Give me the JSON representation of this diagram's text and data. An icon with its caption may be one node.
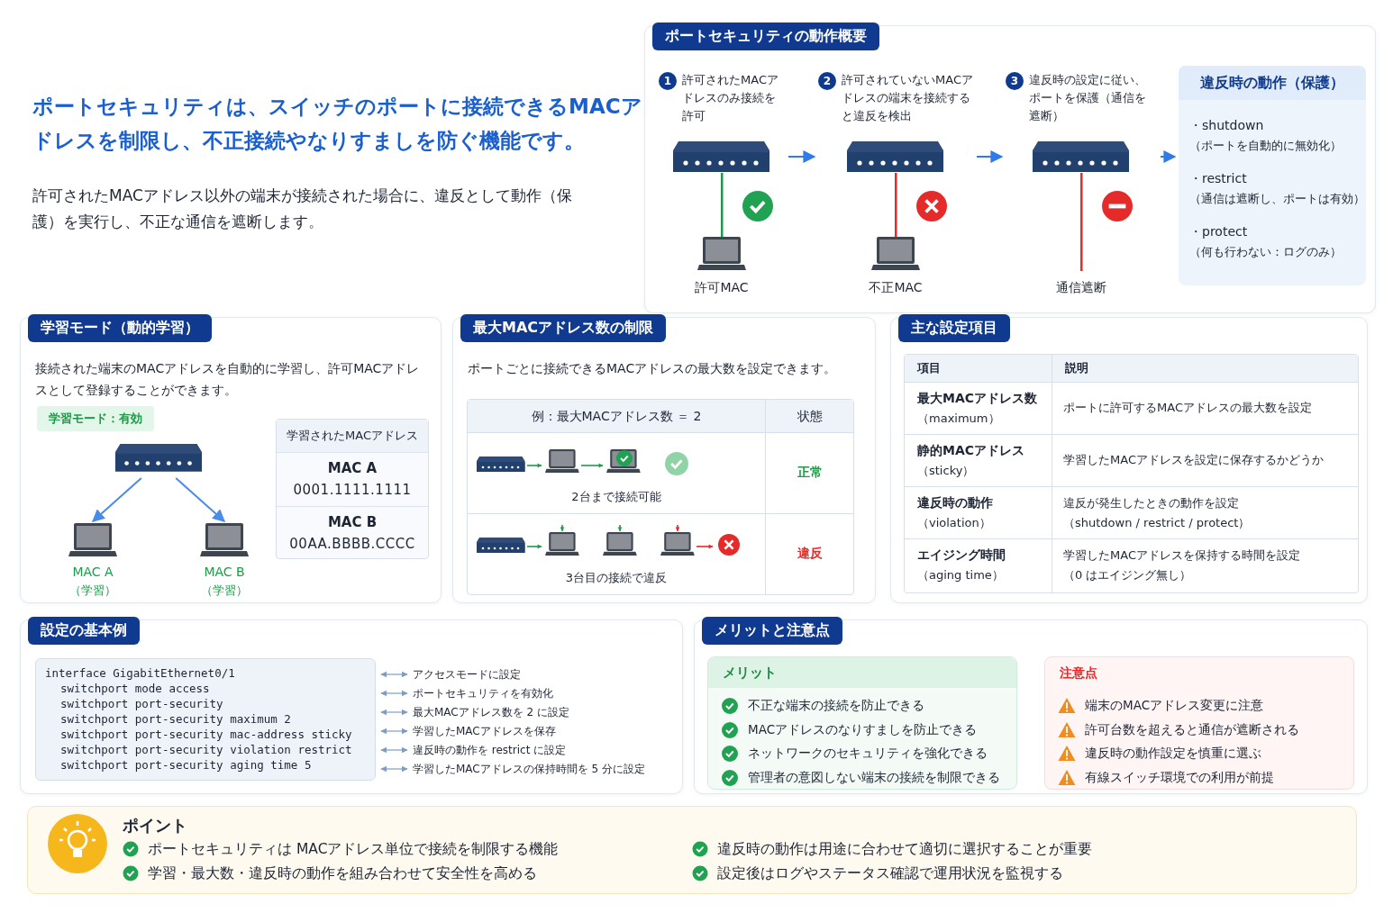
{
  "diagram": {
    "title": "ポートセキュリティは、スイッチのポートに接続できるMACアドレスを制限し、不正接続やなりすましを防ぐ機能です。",
    "nodes": [
      {
        "text": [
          "ポートセキュリティの動作概要"
        ]
      },
      {
        "text": [
          "1",
          "許可されたMACアドレスのみ接続を許可",
          "許可MAC"
        ],
        "in": 0
      },
      {
        "text": [
          "2",
          "許可されていないMACアドレスの端末を接続すると違反を検出",
          "不正MAC"
        ],
        "in": 0
      },
      {
        "text": [
          "3",
          "違反時の設定に従い、ポートを保護（通信を遮断）",
          "通信遮断"
        ],
        "in": 0
      },
      {
        "text": [
          "違反時の動作（保護）",
          "・shutdown",
          "（ポートを自動的に無効化）",
          "・restrict",
          "（通信は遮断し、ポートは有効）",
          "・protect",
          "（何も行わない：ログのみ）"
        ],
        "in": 0
      },
      {
        "text": [
          "学習モード（動的学習）",
          "接続された端末のMACアドレスを自動的に学習し、許可MACアドレスとして登録することができます。"
        ]
      },
      {
        "text": [
          "学習モード：有効"
        ],
        "in": 5
      },
      {
        "text": [],
        "shape": "picture",
        "in": 5
      },
      {
        "text": [
          "MAC A",
          "（学習）"
        ],
        "in": 5
      },
      {
        "text": [
          "MAC B",
          "（学習）"
        ],
        "in": 5
      },
      {
        "text": [
          "学習されたMACアドレス"
        ],
        "in": 5
      },
      {
        "text": [
          "MAC A",
          "0001.1111.1111"
        ],
        "in": 10
      },
      {
        "text": [
          "MAC B",
          "00AA.BBBB.CCCC"
        ],
        "in": 10
      },
      {
        "text": [
          "最大MACアドレス数の制限",
          "ポートごとに接続できるMACアドレスの最大数を設定できます。"
        ]
      },
      {
        "text": [
          "例：最大MACアドレス数 ＝ 2",
          "状態"
        ],
        "in": 13
      },
      {
        "text": [
          "2台まで接続可能",
          "正常"
        ],
        "in": 14
      },
      {
        "text": [
          "3台目の接続で違反",
          "違反"
        ],
        "in": 14
      },
      {
        "text": [
          "主な設定項目"
        ]
      },
      {
        "text": [
          "項目",
          "説明"
        ],
        "in": 17
      },
      {
        "text": [
          "最大MACアドレス数",
          "（maximum）",
          "ポートに許可するMACアドレスの最大数を設定"
        ],
        "in": 18
      },
      {
        "text": [
          "静的MACアドレス",
          "（sticky）",
          "学習したMACアドレスを設定に保存するかどうか"
        ],
        "in": 18
      },
      {
        "text": [
          "違反時の動作",
          "（violation）",
          "違反が発生したときの動作を設定",
          "（shutdown / restrict / protect）"
        ],
        "in": 18
      },
      {
        "text": [
          "エイジング時間",
          "（aging time）",
          "学習したMACアドレスを保持する時間を設定",
          "（0 はエイジング無し）"
        ],
        "in": 18
      },
      {
        "text": [
          "設定の基本例"
        ]
      },
      {
        "text": [
          "interface GigabitEthernet0/1",
          "switchport mode access",
          "switchport port-security",
          "switchport port-security maximum 2",
          "switchport port-security mac-address sticky",
          "switchport port-security violation restrict",
          "switchport port-security aging time 5"
        ],
        "in": 23
      },
      {
        "text": [
          "アクセスモードに設定"
        ],
        "in": 23
      },
      {
        "text": [
          "ポートセキュリティを有効化"
        ],
        "in": 23
      },
      {
        "text": [
          "最大MACアドレス数を 2 に設定"
        ],
        "in": 23
      },
      {
        "text": [
          "学習したMACアドレスを保存"
        ],
        "in": 23
      },
      {
        "text": [
          "違反時の動作を restrict に設定"
        ],
        "in": 23
      },
      {
        "text": [
          "学習したMACアドレスの保持時間を 5 分に設定"
        ],
        "in": 23
      },
      {
        "text": [
          "メリットと注意点"
        ]
      },
      {
        "text": [
          "メリット",
          "不正な端末の接続を防止できる",
          "MACアドレスのなりすましを防止できる",
          "ネットワークのセキュリティを強化できる",
          "管理者の意図しない端末の接続を制限できる"
        ],
        "in": 31
      },
      {
        "text": [
          "注意点",
          "端末のMACアドレス変更に注意",
          "許可台数を超えると通信が遮断される",
          "違反時の動作設定を慎重に選ぶ",
          "有線スイッチ環境での利用が前提"
        ],
        "in": 31
      },
      {
        "text": [
          "ポイント",
          "ポートセキュリティは MACアドレス単位で接続を制限する機能",
          "違反時の動作は用途に合わせて適切に選択することが重要",
          "学習・最大数・違反時の動作を組み合わせて安全性を高める",
          "設定後はログやステータス確認で運用状況を監視する"
        ]
      }
    ],
    "edges": [
      {
        "from": 1,
        "to": 2,
        "arrow": "to",
        "color": "#2f7be8"
      },
      {
        "from": 2,
        "to": 3,
        "arrow": "to",
        "color": "#2f7be8"
      },
      {
        "from": 3,
        "to": 4,
        "arrow": "to",
        "color": "#2f7be8"
      },
      {
        "from": 7,
        "to": 8,
        "arrow": "to",
        "color": "#4a8ae8"
      },
      {
        "from": 7,
        "to": 9,
        "arrow": "to",
        "color": "#4a8ae8"
      },
      {
        "from": 24,
        "to": 25,
        "arrow": "both"
      },
      {
        "from": 24,
        "to": 26,
        "arrow": "both"
      },
      {
        "from": 24,
        "to": 27,
        "arrow": "both"
      },
      {
        "from": 24,
        "to": 28,
        "arrow": "both"
      },
      {
        "from": 24,
        "to": 29,
        "arrow": "both"
      },
      {
        "from": 24,
        "to": 30,
        "arrow": "both"
      }
    ],
    "labels": [
      "許可されたMACアドレス以外の端末が接続された場合に、違反として動作（保護）を実行し、不正な通信を遮断します。"
    ]
  }
}
